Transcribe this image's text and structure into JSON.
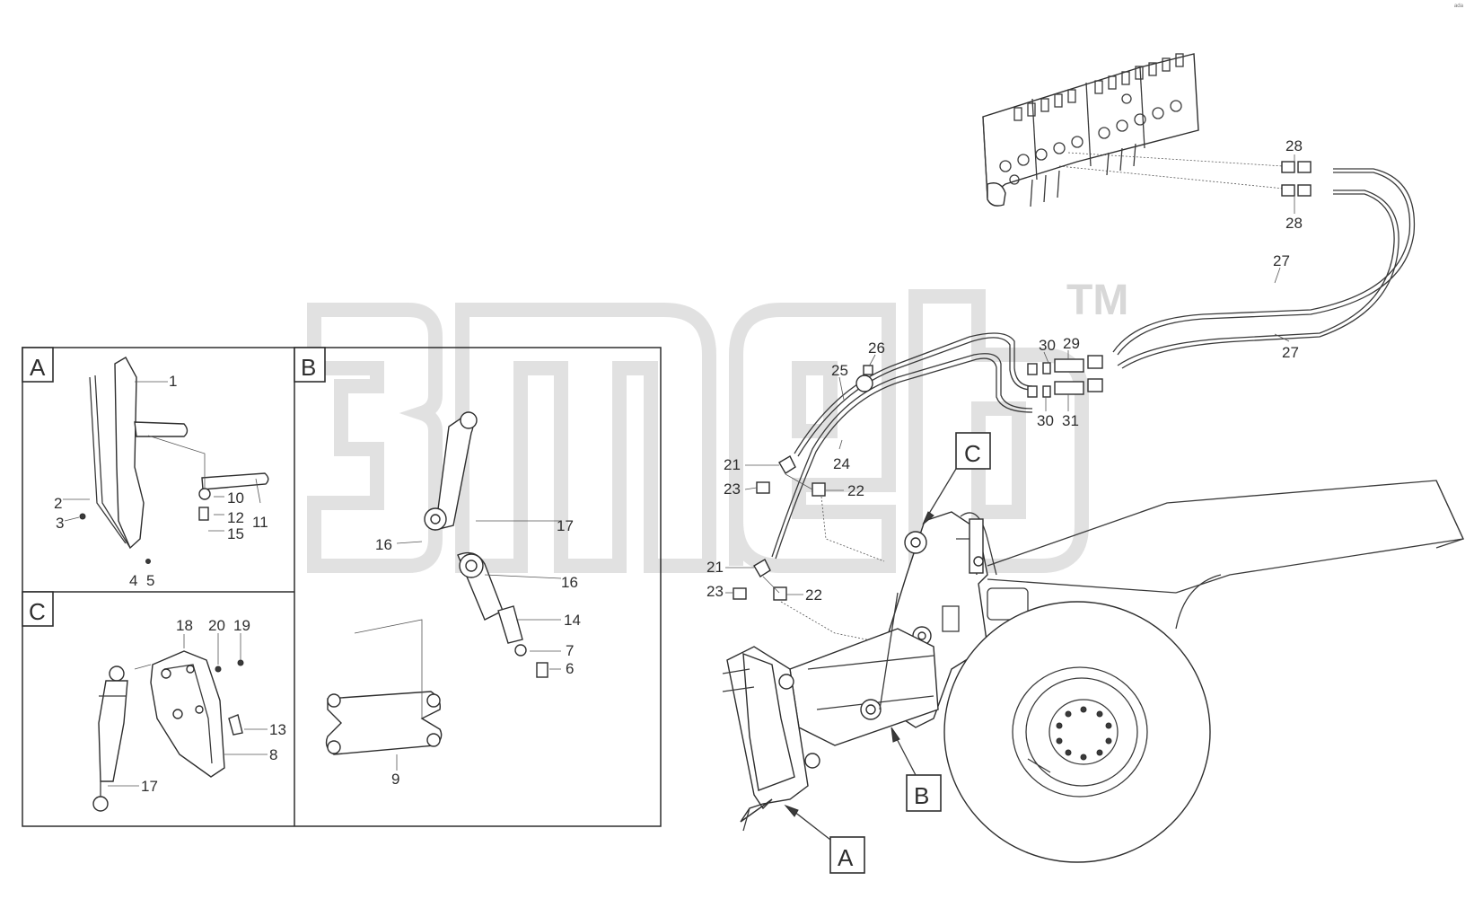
{
  "watermark": {
    "tm": "TM"
  },
  "corner_mark": "ᵃᵈᵃ",
  "panels": {
    "A": {
      "label": "A",
      "callouts": [
        "1",
        "2",
        "3",
        "4",
        "5",
        "10",
        "12",
        "15",
        "11"
      ]
    },
    "B": {
      "label": "B",
      "callouts": [
        "17",
        "16",
        "16",
        "14",
        "7",
        "6",
        "9"
      ]
    },
    "C": {
      "label": "C",
      "callouts": [
        "18",
        "20",
        "19",
        "13",
        "8",
        "17"
      ]
    }
  },
  "main_view": {
    "view_labels": [
      "C",
      "B",
      "A"
    ],
    "callouts": [
      "28",
      "28",
      "27",
      "27",
      "26",
      "25",
      "30",
      "29",
      "30",
      "31",
      "24",
      "21",
      "23",
      "22",
      "21",
      "23",
      "22"
    ]
  }
}
